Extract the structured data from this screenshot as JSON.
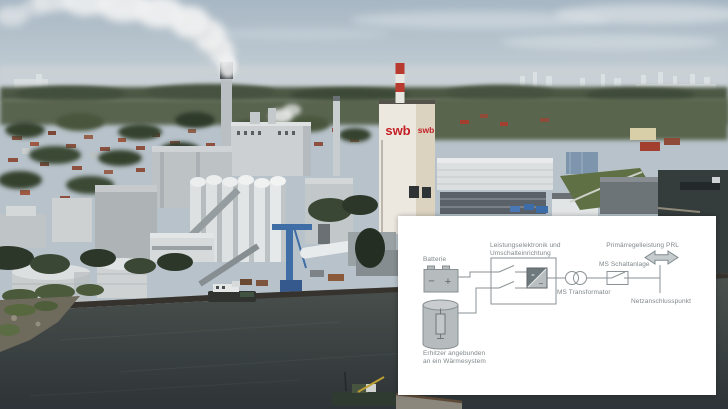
{
  "photo": {
    "swb_logo": "swb"
  },
  "colors": {
    "brand_red": "#c41f25",
    "panel_background": "#ffffff",
    "diagram_line": "#8b9194",
    "diagram_text": "#7f8689",
    "sky": "#aebec9",
    "water": "#3c4341"
  },
  "diagram": {
    "labels": {
      "battery": "Batterie",
      "electronics1": "Leistungselektronik und",
      "electronics2": "Umschalteinrichtung",
      "transformer": "MS Transformator",
      "switchgear": "MS Schaltanlage",
      "primary_control": "Primärregelleistung PRL",
      "grid_point": "Netzanschlusspunkt",
      "heater1": "Erhitzer angebunden",
      "heater2": "an ein Wärmesystem"
    },
    "symbols": {
      "battery_minus": "−",
      "battery_plus": "+",
      "inverter_dc": "=",
      "inverter_ac": "~"
    }
  }
}
